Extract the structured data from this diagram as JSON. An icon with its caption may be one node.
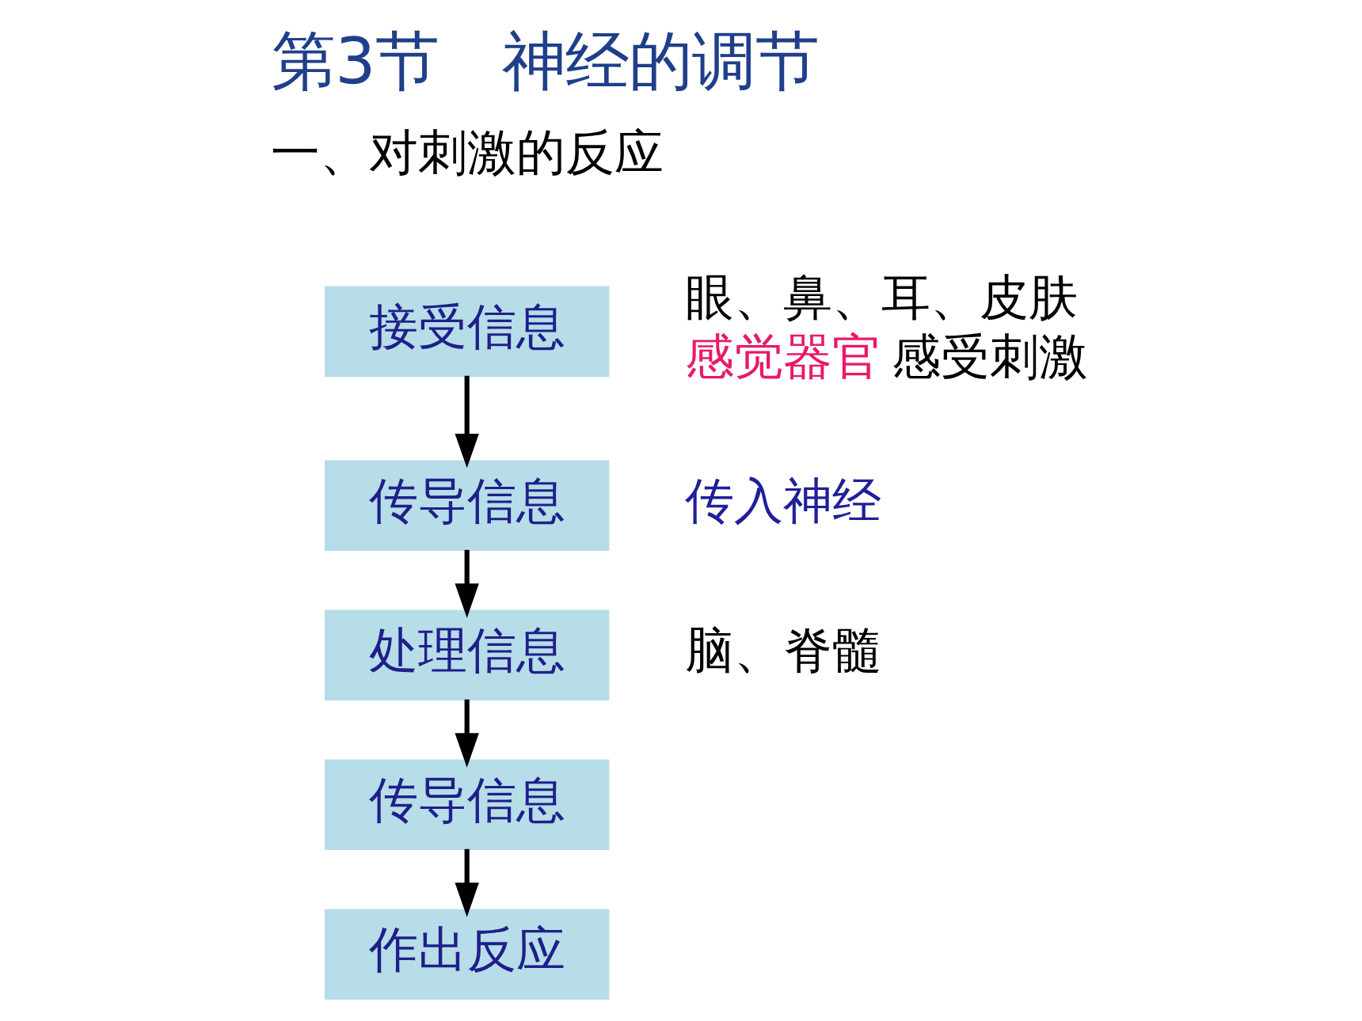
{
  "diagram": {
    "title": "第3节　神经的调节",
    "nodes": [
      {
        "text": [
          "接受信息"
        ],
        "beside": [
          "眼、鼻、耳、皮肤",
          "感觉器官",
          "感受刺激"
        ]
      },
      {
        "text": [
          "传导信息"
        ],
        "beside": [
          "传入神经"
        ]
      },
      {
        "text": [
          "处理信息"
        ],
        "beside": [
          "脑、脊髓"
        ]
      },
      {
        "text": [
          "传导信息"
        ]
      },
      {
        "text": [
          "作出反应"
        ]
      }
    ],
    "edges": [
      {
        "from": 0,
        "to": 1,
        "arrow": "to"
      },
      {
        "from": 1,
        "to": 2,
        "arrow": "to"
      },
      {
        "from": 2,
        "to": 3,
        "arrow": "to"
      },
      {
        "from": 3,
        "to": 4,
        "arrow": "to"
      }
    ],
    "labels": [
      "一、对刺激的反应"
    ]
  }
}
